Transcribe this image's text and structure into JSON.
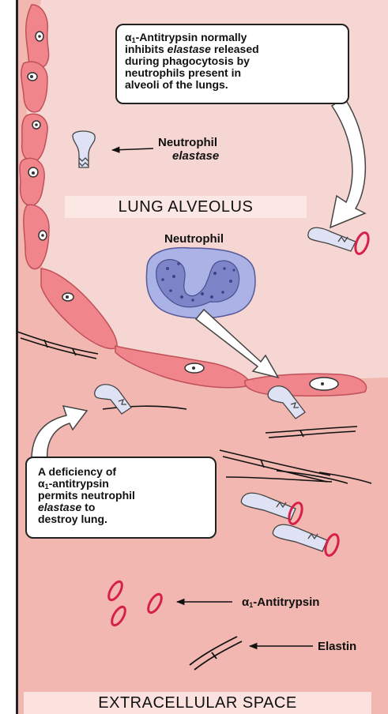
{
  "top_callout": {
    "alpha": "α",
    "sub": "1",
    "line1_rest": "-Antitrypsin normally",
    "line2_pre": "inhibits ",
    "line2_em": "elastase",
    "line2_post": " released",
    "line3": "during phagocytosis by",
    "line4": "neutrophils present in",
    "line5": "alveoli of the lungs."
  },
  "neutrophil_elastase_label": {
    "line1": "Neutrophil",
    "line2": "elastase"
  },
  "lung_alveolus_label": "LUNG ALVEOLUS",
  "neutrophil_label": "Neutrophil",
  "bottom_callout": {
    "line1": "A deficiency of",
    "alpha": "α",
    "sub": "1",
    "line2_rest": "-antitrypsin",
    "line3": "permits neutrophil",
    "line4_em": "elastase",
    "line4_post": " to",
    "line5": "destroy lung."
  },
  "antitrypsin_label": {
    "alpha": "α",
    "sub": "1",
    "rest": "-Antitrypsin"
  },
  "elastin_label": "Elastin",
  "extracellular_label": "EXTRACELLULAR SPACE",
  "colors": {
    "alveolus_bg": "#f6d6d2",
    "extracellular_bg": "#f1b7b0",
    "cell_fill": "#f0868c",
    "cell_stroke": "#c0505a",
    "neutrophil_fill": "#aab2e6",
    "granule": "#5a5fa8",
    "elastase_fill": "#dfe2f5",
    "antitrypsin_stroke": "#d6204a"
  }
}
